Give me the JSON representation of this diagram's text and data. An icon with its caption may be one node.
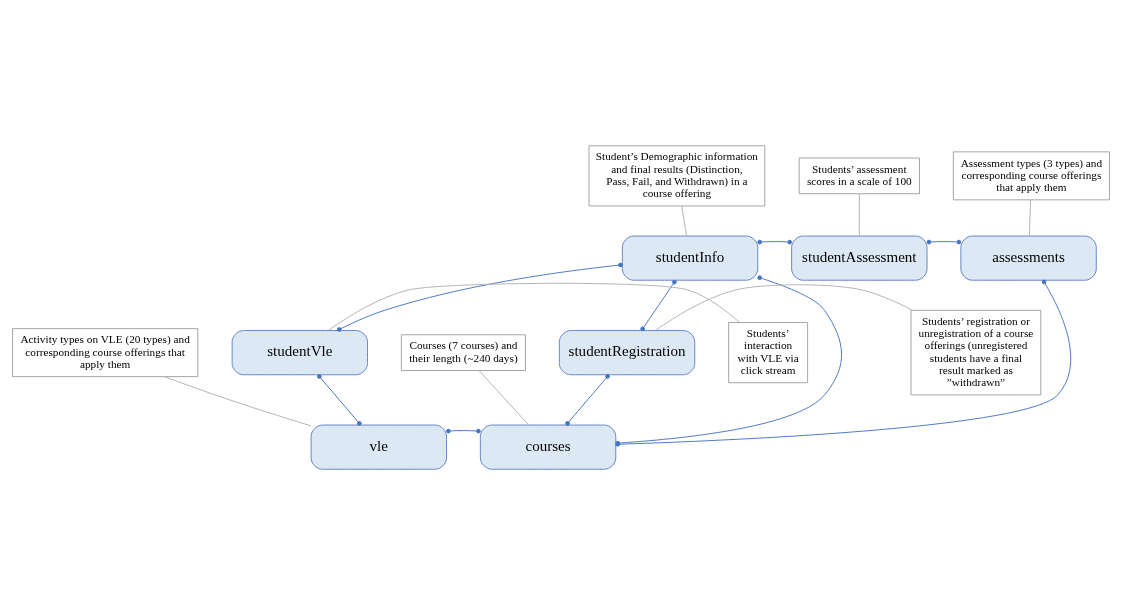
{
  "diagram": {
    "nodes": [
      {
        "text": [
          "studentInfo"
        ]
      },
      {
        "text": [
          "studentAssessment"
        ]
      },
      {
        "text": [
          "assessments"
        ]
      },
      {
        "text": [
          "studentVle"
        ]
      },
      {
        "text": [
          "studentRegistration"
        ]
      },
      {
        "text": [
          "vle"
        ]
      },
      {
        "text": [
          "courses"
        ]
      },
      {
        "text": [
          "Student’s Demographic information and final results (Distinction, Pass, Fail, and Withdrawn) in a course offering"
        ]
      },
      {
        "text": [
          "Students’ assessment scores in a scale of 100"
        ]
      },
      {
        "text": [
          "Assessment types (3 types) and corresponding course offerings that apply them"
        ]
      },
      {
        "text": [
          "Students’ registration or unregistration of a course offerings (unregistered students have a final result marked as ”withdrawn”"
        ]
      },
      {
        "text": [
          "Students’ interaction with VLE via click stream"
        ]
      },
      {
        "text": [
          "Activity types on VLE (20 types) and corresponding course offerings that apply them"
        ]
      },
      {
        "text": [
          "Courses (7 courses) and their length (~240 days)"
        ]
      }
    ],
    "edges": [
      {
        "from": 0,
        "to": 1,
        "arrow": "other"
      },
      {
        "from": 1,
        "to": 2,
        "arrow": "other"
      },
      {
        "from": 0,
        "to": 3,
        "arrow": "other"
      },
      {
        "from": 0,
        "to": 4,
        "arrow": "other"
      },
      {
        "from": 3,
        "to": 5,
        "arrow": "other"
      },
      {
        "from": 2,
        "to": 6,
        "arrow": "other"
      },
      {
        "from": 4,
        "to": 6,
        "arrow": "other"
      },
      {
        "from": 5,
        "to": 6,
        "arrow": "other"
      },
      {
        "from": 0,
        "to": 6,
        "arrow": "other"
      },
      {
        "from": 7,
        "to": 0,
        "arrow": "none",
        "color": "#b0b0b0"
      },
      {
        "from": 8,
        "to": 1,
        "arrow": "none",
        "color": "#b0b0b0"
      },
      {
        "from": 9,
        "to": 2,
        "arrow": "none",
        "color": "#b0b0b0"
      },
      {
        "from": 10,
        "to": 4,
        "arrow": "none",
        "color": "#b0b0b0"
      },
      {
        "from": 11,
        "to": 3,
        "arrow": "none",
        "color": "#b0b0b0"
      },
      {
        "from": 12,
        "to": 5,
        "arrow": "none",
        "color": "#b0b0b0"
      },
      {
        "from": 13,
        "to": 6,
        "arrow": "none",
        "color": "#b0b0b0"
      }
    ]
  }
}
